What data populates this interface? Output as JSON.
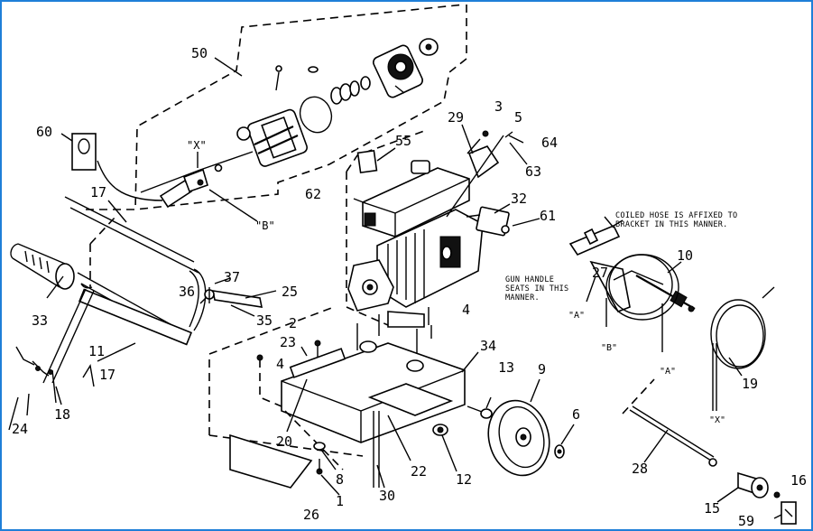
{
  "diagram": {
    "callouts": [
      "50",
      "60",
      "17",
      "17",
      "33",
      "11",
      "24",
      "18",
      "36",
      "37",
      "35",
      "25",
      "2",
      "23",
      "20",
      "26",
      "1",
      "8",
      "30",
      "22",
      "12",
      "13",
      "9",
      "6",
      "34",
      "4",
      "4",
      "62",
      "55",
      "29",
      "3",
      "5",
      "64",
      "63",
      "32",
      "61",
      "27",
      "10",
      "19",
      "28",
      "15",
      "16",
      "59"
    ],
    "markers": {
      "x_top": "\"X\"",
      "b_top": "\"B\"",
      "a_gun": "\"A\"",
      "b_gun": "\"B\"",
      "a_hose": "\"A\"",
      "x_hose": "\"X\""
    },
    "notes": {
      "coiled_hose": [
        "COILED HOSE IS AFFIXED TO",
        "BRACKET IN THIS MANNER."
      ],
      "gun_handle": [
        "GUN HANDLE",
        "SEATS IN THIS",
        "MANNER."
      ]
    }
  }
}
